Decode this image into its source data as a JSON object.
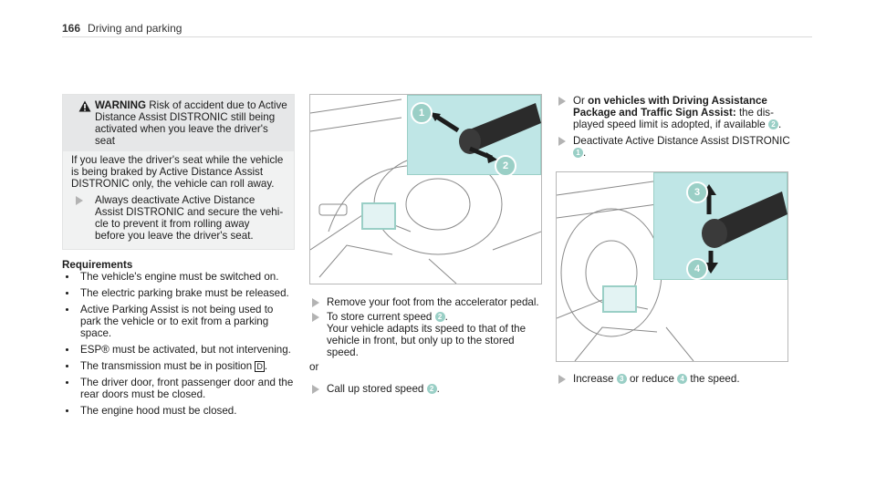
{
  "header": {
    "page_number": "166",
    "section": "Driving and parking"
  },
  "warning": {
    "title": "WARNING",
    "heading_lines": [
      "Risk of accident due to Active",
      "Distance Assist DISTRONIC still being",
      "activated when you leave the driver's",
      "seat"
    ],
    "body_lines": [
      "If you leave the driver's seat while the vehicle",
      "is being braked by Active Distance Assist",
      "DISTRONIC only, the vehicle can roll away."
    ],
    "action_lines": [
      "Always deactivate Active Distance",
      "Assist DISTRONIC and secure the vehi-",
      "cle to prevent it from rolling away",
      "before you leave the driver's seat."
    ]
  },
  "requirements": {
    "title": "Requirements",
    "items": [
      [
        "The vehicle's engine must be switched on."
      ],
      [
        "The electric parking brake must be released."
      ],
      [
        "Active Parking Assist is not being used to",
        "park the vehicle or to exit from a parking",
        "space."
      ],
      [
        "ESP® must be activated, but not intervening."
      ],
      [
        "The transmission must be in position"
      ],
      [
        "The driver door, front passenger door and the",
        "rear doors must be closed."
      ],
      [
        "The engine hood must be closed."
      ]
    ],
    "gear_label": "D"
  },
  "middle": {
    "callouts": [
      "1",
      "2"
    ],
    "step1": "Remove your foot from the accelerator pedal.",
    "step2_lines": [
      "To store current speed",
      "Your vehicle adapts its speed to that of the",
      "vehicle in front, but only up to the stored",
      "speed."
    ],
    "or_label": "or",
    "step3": "Call up stored speed"
  },
  "right": {
    "step1_lines": [
      "Or",
      "on vehicles with Driving Assistance",
      "Package and Traffic Sign Assist:",
      "the dis-",
      "played speed limit is adopted, if available"
    ],
    "step2_lines": [
      "Deactivate Active Distance Assist DISTRONIC"
    ],
    "callouts": [
      "3",
      "4"
    ],
    "step3_parts": [
      "Increase",
      "or reduce",
      "the speed."
    ]
  },
  "colors": {
    "highlight": "#bfe6e6",
    "callout": "#9acfc6",
    "arrow": "#b3b3b3"
  }
}
